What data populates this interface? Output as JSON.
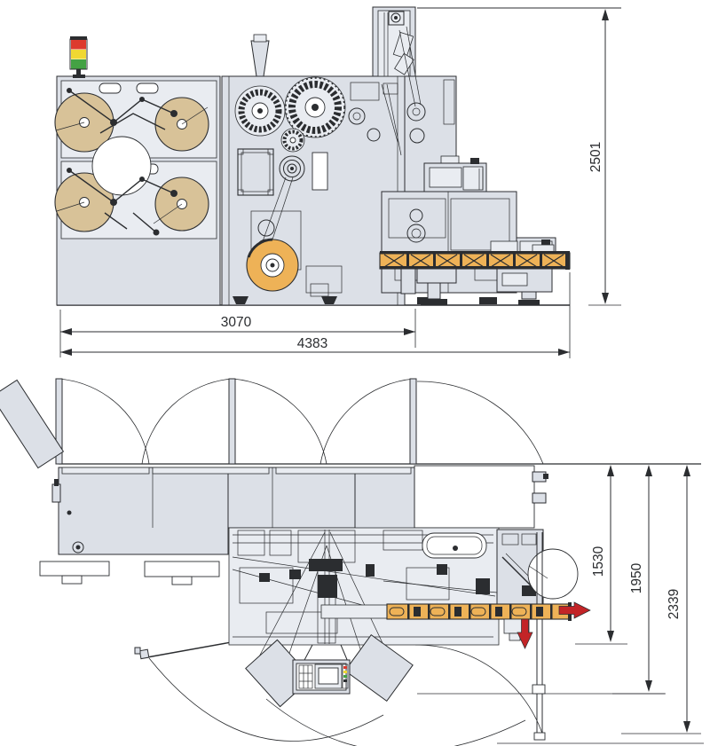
{
  "drawing": {
    "views": {
      "elevation": "side-elevation-view",
      "plan": "top-plan-view"
    }
  },
  "dimensions": {
    "machine_width": {
      "value": "3070",
      "orientation": "horizontal"
    },
    "overall_width": {
      "value": "4383",
      "orientation": "horizontal"
    },
    "overall_height": {
      "value": "2501",
      "orientation": "vertical"
    },
    "depth_conveyor": {
      "value": "1530",
      "orientation": "vertical"
    },
    "depth_front": {
      "value": "1950",
      "orientation": "vertical"
    },
    "overall_depth": {
      "value": "2339",
      "orientation": "vertical"
    }
  },
  "icons": {
    "stack_light_icon": "three-segment-andon-light (css rect stack)",
    "outfeed_arrow_right_icon": "red-flow-arrow-right (svg polygon)",
    "outfeed_arrow_down_icon": "red-flow-arrow-down (svg polygon)"
  },
  "colors": {
    "line": "#2b2d30",
    "panel": "#dce0e7",
    "panel_light": "#e9ecf1",
    "white": "#ffffff",
    "reel": "#d8c298",
    "conveyor": "#eeb257",
    "arrow_red": "#c32427",
    "light_red": "#dd3b2e",
    "light_yellow": "#f0d832",
    "light_green": "#44a244"
  }
}
